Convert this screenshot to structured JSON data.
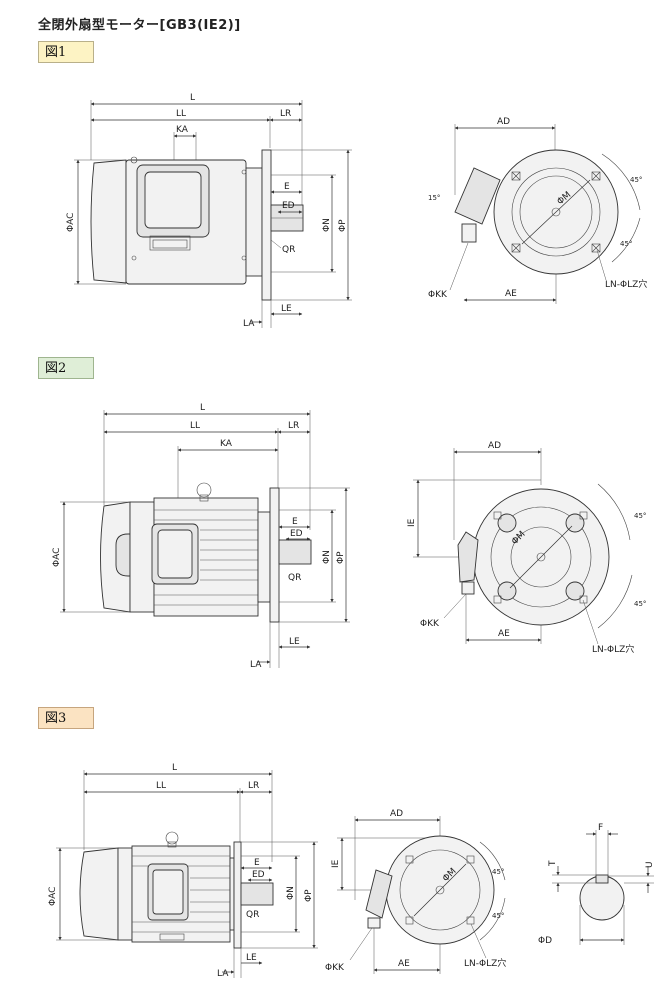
{
  "page": {
    "title": "全閉外扇型モーター[GB3(IE2)]"
  },
  "figures": [
    {
      "label": "図1"
    },
    {
      "label": "図2"
    },
    {
      "label": "図3"
    }
  ],
  "dims": {
    "L": "L",
    "LL": "LL",
    "LR": "LR",
    "KA": "KA",
    "E": "E",
    "ED": "ED",
    "QR": "QR",
    "N": "ΦN",
    "P": "ΦP",
    "AC": "ΦAC",
    "LA": "LA",
    "LE": "LE",
    "AD": "AD",
    "AE": "AE",
    "KK": "ΦKK",
    "M": "ΦM",
    "LN": "LN-ΦLZ穴",
    "IE": "IE",
    "F": "F",
    "T": "T",
    "U": "U",
    "D": "ΦD",
    "deg45": "45°",
    "deg15": "15°"
  },
  "colors": {
    "fig1_bg": "#fdf3c4",
    "fig2_bg": "#dfeed7",
    "fig3_bg": "#fbe3c2"
  }
}
